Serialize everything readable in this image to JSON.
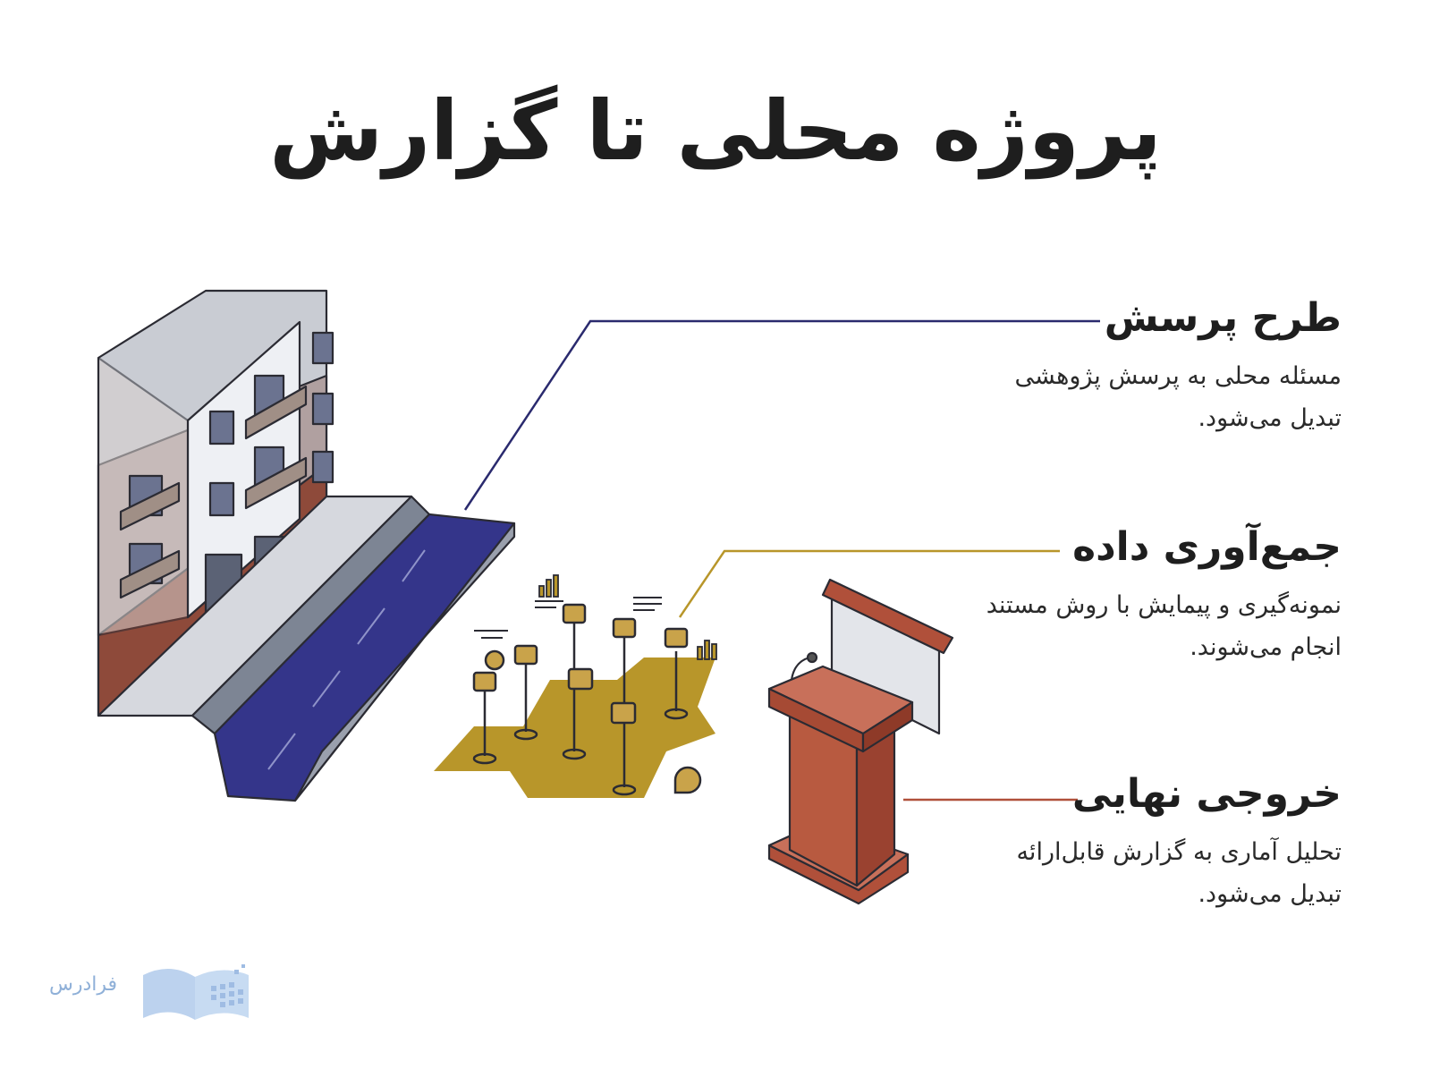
{
  "title": "پروژه محلی تا گزارش",
  "steps": [
    {
      "heading": "طرح پرسش",
      "text": "مسئله محلی به پرسش پژوهشی تبدیل می‌شود.",
      "color": "#2a2a6e"
    },
    {
      "heading": "جمع‌آوری داده",
      "text": "نمونه‌گیری و پیمایش با روش مستند انجام می‌شوند.",
      "color": "#b8962a"
    },
    {
      "heading": "خروجی نهایی",
      "text": "تحلیل آماری به گزارش قابل‌ارائه تبدیل می‌شود.",
      "color": "#b0503a"
    }
  ],
  "brand": {
    "name": "فرادرس"
  },
  "icons": [
    "building-illustration",
    "street-illustration",
    "data-map-illustration",
    "podium-illustration",
    "projector-screen-illustration",
    "book-logo-icon"
  ]
}
